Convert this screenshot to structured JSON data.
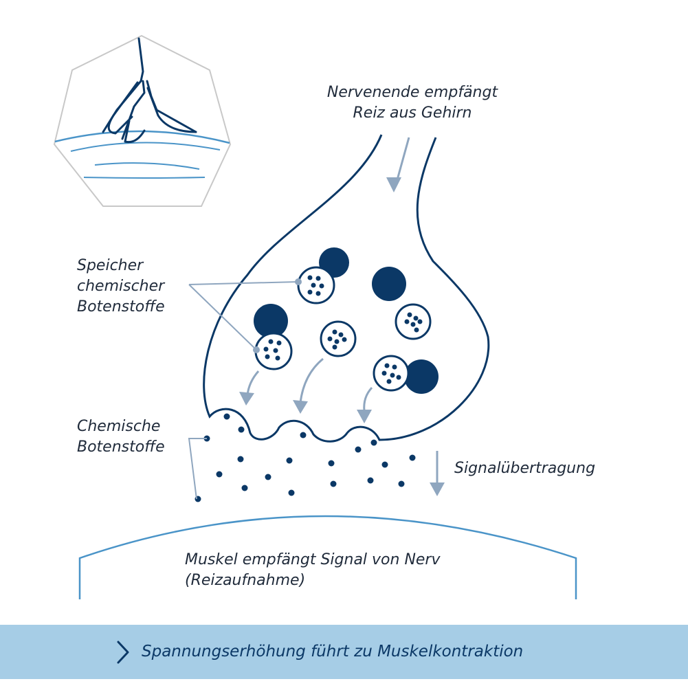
{
  "labels": {
    "nerve_line1": "Nervenende empfängt",
    "nerve_line2": "Reiz aus Gehirn",
    "storage_line1": "Speicher",
    "storage_line2": "chemischer",
    "storage_line3": "Botenstoffe",
    "chemical_line1": "Chemische",
    "chemical_line2": "Botenstoffe",
    "signal": "Signalübertragung",
    "muscle_line1": "Muskel empfängt Signal von Nerv",
    "muscle_line2": "(Reizaufnahme)"
  },
  "banner": {
    "text": "Spannungserhöhung führt zu Muskelkontraktion",
    "icon": "chevron-right-icon"
  },
  "colors": {
    "dark_navy": "#0b3866",
    "arrow_gray_blue": "#8fa6bf",
    "muscle_blue": "#4a94c8",
    "hexagon_gray": "#c8c8c8",
    "banner_bg": "#a6cde6"
  }
}
